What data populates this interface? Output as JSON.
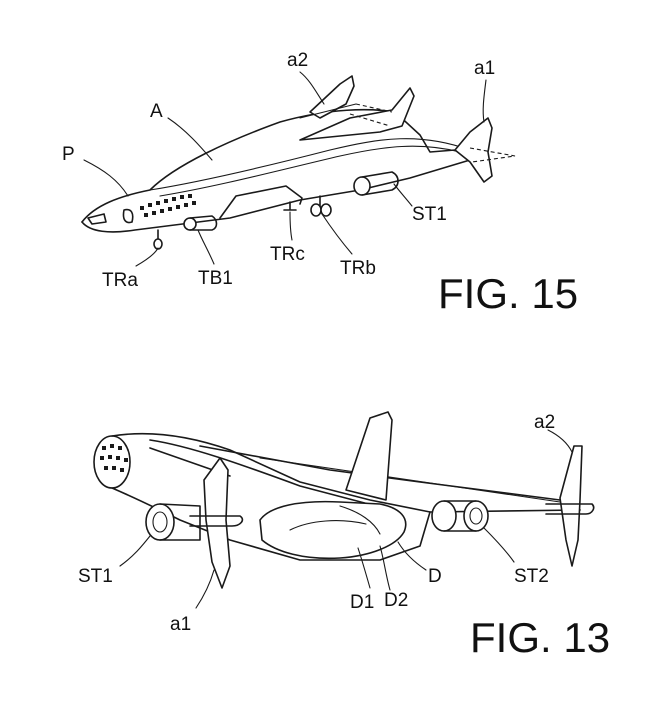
{
  "figures": [
    {
      "caption": "FIG. 15",
      "labels": [
        "a2",
        "a1",
        "A",
        "P",
        "ST1",
        "TRa",
        "TB1",
        "TRc",
        "TRb"
      ]
    },
    {
      "caption": "FIG. 13",
      "labels": [
        "a2",
        "ST1",
        "ST2",
        "D",
        "D1",
        "D2",
        "a1"
      ]
    }
  ]
}
